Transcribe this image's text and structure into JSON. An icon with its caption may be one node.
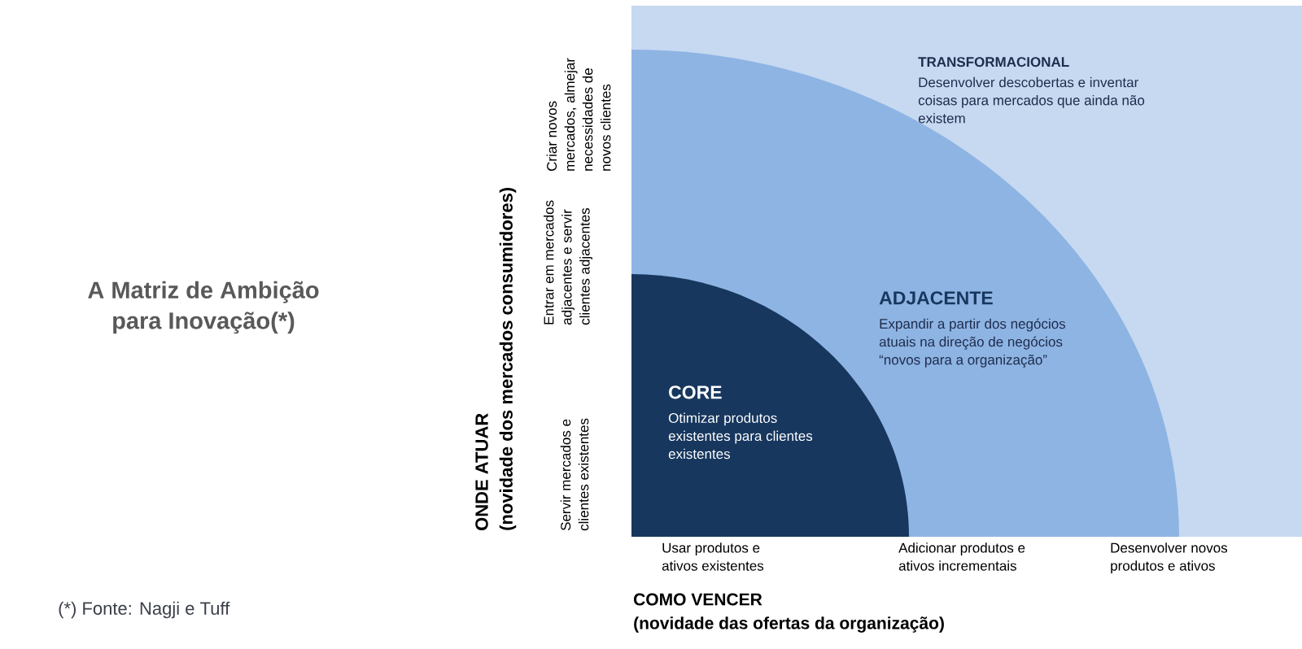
{
  "diagram": {
    "title": "A Matriz de Ambição para Inovação(*)",
    "caption": "(*) Fonte: Nagji e Tuff",
    "nodes": [
      {
        "text": [
          "TRANSFORMACIONAL",
          "Desenvolver descobertas e inventar coisas para mercados que ainda não existem"
        ]
      },
      {
        "text": [
          "ADJACENTE",
          "Expandir a partir dos negócios atuais na direção de negócios “novos para a organização”"
        ],
        "in": 0
      },
      {
        "text": [
          "CORE",
          "Otimizar produtos existentes para clientes existentes"
        ],
        "in": 1
      }
    ],
    "labels": [
      "Criar novos mercados, almejar necessidades de novos clientes",
      "ONDE ATUAR",
      "(novidade dos mercados consumidores)",
      "Entrar em mercados adjacentes e servir clientes adjacentes",
      "Servir mercados e clientes existentes",
      "Usar produtos e ativos existentes",
      "Adicionar produtos e ativos incrementais",
      "Desenvolver novos produtos e ativos",
      "COMO VENCER",
      "(novidade das ofertas da organização)"
    ]
  }
}
